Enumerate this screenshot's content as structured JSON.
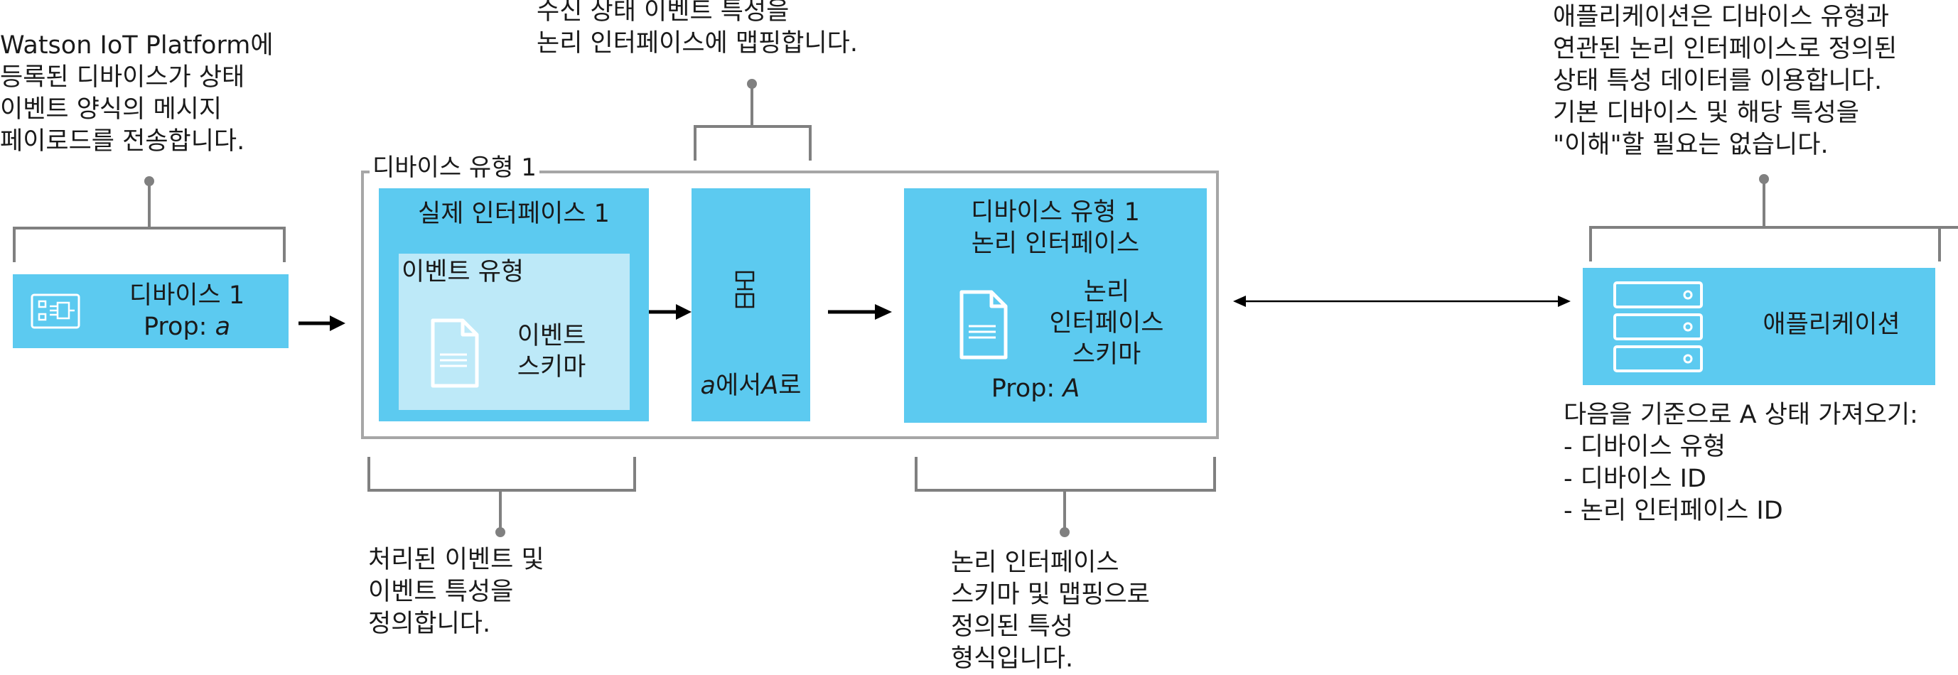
{
  "notes": {
    "device_note": [
      "Watson IoT Platform에",
      "등록된 디바이스가 상태",
      "이벤트 양식의 메시지",
      "페이로드를 전송합니다."
    ],
    "mapping_note": [
      "수신 상태 이벤트 특성을",
      "논리 인터페이스에 맵핑합니다."
    ],
    "app_note": [
      "애플리케이션은 디바이스 유형과",
      "연관된 논리 인터페이스로 정의된",
      "상태 특성 데이터를 이용합니다.",
      "기본 디바이스 및 해당 특성을",
      "\"이해\"할 필요는 없습니다."
    ],
    "physical_note": [
      "처리된 이벤트 및",
      "이벤트 특성을",
      "정의합니다."
    ],
    "logical_note": [
      "논리 인터페이스",
      "스키마 및 맵핑으로",
      "정의된 특성",
      "형식입니다."
    ],
    "query_note": [
      "다음을 기준으로 A 상태 가져오기:",
      "- 디바이스 유형",
      "- 디바이스 ID",
      "- 논리 인터페이스 ID"
    ]
  },
  "device": {
    "name": "디바이스 1",
    "prop_label": "Prop: ",
    "prop_value": "a"
  },
  "device_type_group": {
    "label": "디바이스 유형 1"
  },
  "physical_interface": {
    "title": "실제 인터페이스 1",
    "event_type": "이벤트 유형",
    "schema": [
      "이벤트",
      "스키마"
    ]
  },
  "mapping": {
    "from": "a",
    "middle": "에서",
    "to": "A",
    "suffix": "로"
  },
  "logical_interface": {
    "title": [
      "디바이스 유형 1",
      "논리 인터페이스"
    ],
    "schema": [
      "논리",
      "인터페이스",
      "스키마"
    ],
    "prop_label": "Prop: ",
    "prop_value": "A"
  },
  "application": {
    "label": "애플리케이션"
  },
  "colors": {
    "box": "#5ccaf0",
    "inner_box": "#bde9f8",
    "bracket": "#808080",
    "group_border": "#a6a6a6"
  }
}
